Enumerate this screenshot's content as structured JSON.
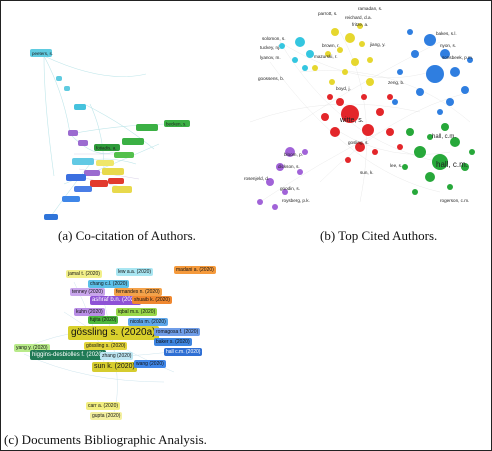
{
  "figure": {
    "panel_a": {
      "caption": "(a) Co-citation of Authors.",
      "labels": {
        "top_left": "peeters, s.",
        "right": "becken, s.",
        "mid": "fotiadis, a."
      }
    },
    "panel_b": {
      "caption": "(b) Top Cited Authors.",
      "labels": {
        "l1": "ramadan, s.",
        "l2": "parrott, s.",
        "l3": "reichard, d.a.",
        "l4": "fritze, a.",
        "l5": "jiang, y.",
        "l6": "brown, r.",
        "l7": "bakes, s.l.",
        "l8": "nyon, s.",
        "l9": "sonsbeek, p.m.",
        "l10": "solomon, s.",
        "l11": "tuckey, nj.",
        "l12": "mazurski, r.",
        "l13": "lyanov, m.",
        "l14": "goossens, b.",
        "l15": "zeng, b.",
        "l16": "witte, s.",
        "l17": "hall, c.m.",
        "l18": "hall, c.m.",
        "l19": "gosling, s.",
        "l20": "bloom, p.",
        "l21": "dickson, s.",
        "l22": "goodin, s.",
        "l23": "rosenjeld, d.",
        "l24": "roysberg, p.k.",
        "l25": "rogerson, c.m.",
        "l26": "boyd, j.",
        "l27": "sun, k.",
        "l28": "lee, s."
      }
    },
    "panel_c": {
      "caption": "(c) Documents Bibliographic Analysis.",
      "labels": {
        "big": "gössling s. (2020a)",
        "sun": "sun k. (2020)",
        "ashraf": "ashraf b.n. (2020)",
        "gossling_b": "gössling s. (2020)",
        "iqbal": "iqbal m.s. (2020)",
        "fernandes": "fernandes n. (2020)",
        "shuaib": "shuaib k. (2020)",
        "fujita": "fujita (2020)",
        "kuhn": "kuhn (2020)",
        "wang": "wang (2020)",
        "hall": "hall c.m. (2020)",
        "baker": "baker s. (2020)",
        "zhang": "zhang (2020)",
        "carr": "carr a. (2020)",
        "chang": "chang c.l. (2020)",
        "higgins": "higgins-desbiolles f. (2020)",
        "tenney": "tenney (2020)",
        "yang": "yang y. (2020)",
        "jamal": "jamal t. (2020)",
        "lew": "lew a.a. (2020)",
        "nicola": "nicola m. (2020)",
        "romagosa": "romagosa f. (2020)",
        "gupta": "gupta (2020)",
        "madani": "madani a. (2020)"
      }
    }
  }
}
